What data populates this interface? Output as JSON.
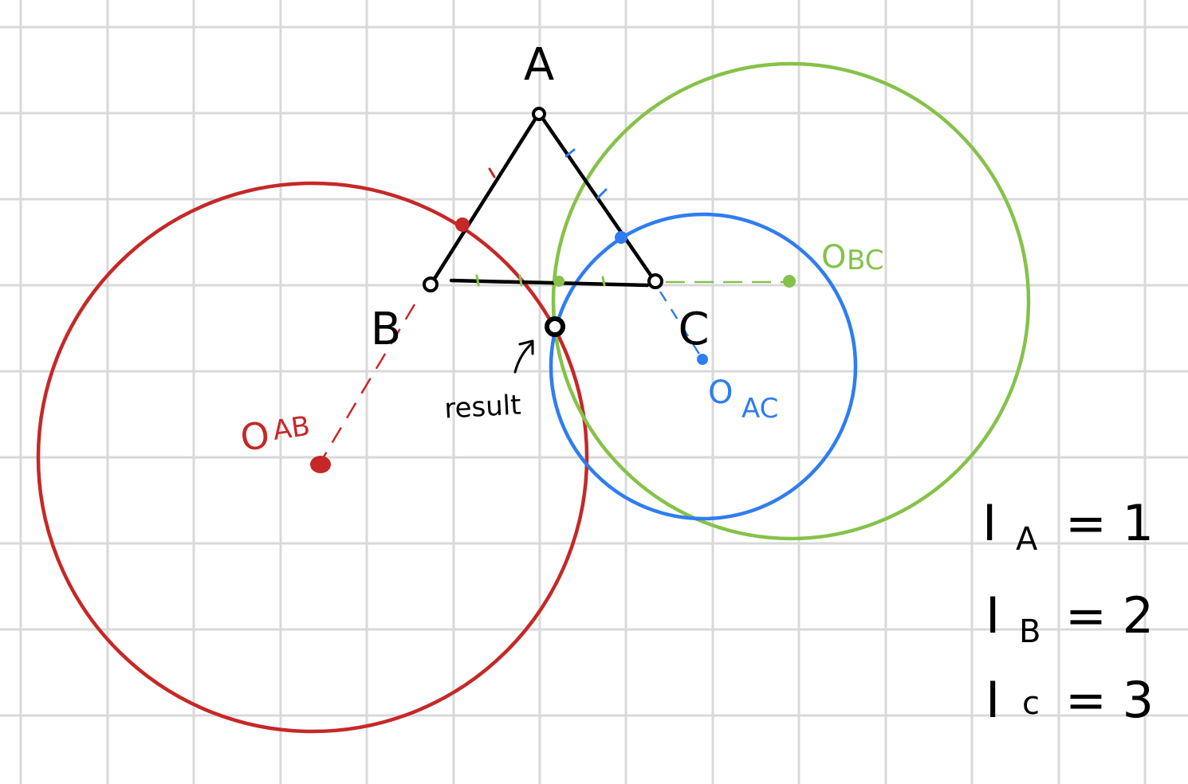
{
  "colors": {
    "grid": "#d9d9d9",
    "triangle": "#000000",
    "circle_ab": "#c62828",
    "circle_ac": "#2f7df0",
    "circle_bc": "#86c24a"
  },
  "points": {
    "A": "A",
    "B": "B",
    "C": "C"
  },
  "centers": {
    "ab_letter": "O",
    "ab_subscript": "AB",
    "ac_letter": "O",
    "ac_subscript": "AC",
    "bc_letter": "O",
    "bc_subscript": "BC"
  },
  "result_label": "result",
  "equations": [
    {
      "var": "I",
      "sub": "A",
      "rhs": "= 1"
    },
    {
      "var": "I",
      "sub": "B",
      "rhs": "= 2"
    },
    {
      "var": "I",
      "sub": "c",
      "rhs": "= 3"
    }
  ]
}
